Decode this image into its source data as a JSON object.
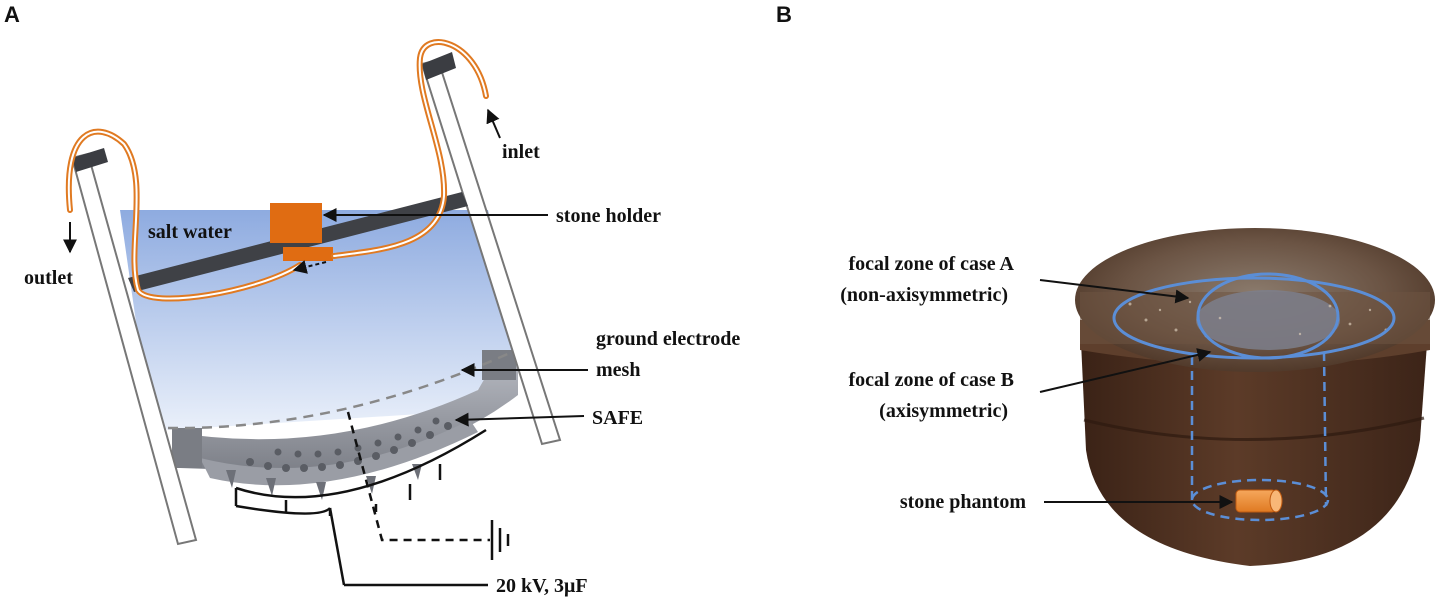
{
  "panels": {
    "a": "A",
    "b": "B"
  },
  "panel_a": {
    "water_label": "salt water",
    "stone_holder": "stone holder",
    "inlet": "inlet",
    "outlet": "outlet",
    "ground_electrode_line1": "ground electrode",
    "ground_electrode_line2": "mesh",
    "safe": "SAFE",
    "power": "20 kV, 3μF"
  },
  "panel_b": {
    "focal_a_line1": "focal zone of case A",
    "focal_a_line2": "(non-axisymmetric)",
    "focal_b_line1": "focal zone of case B",
    "focal_b_line2": "(axisymmetric)",
    "stone_phantom": "stone phantom"
  },
  "colors": {
    "water_top": "#8eabe0",
    "water_bottom": "#e6edf9",
    "orange": "#e06c12",
    "focal_blue": "#5b8ed6",
    "phantom_brown": "#4a2c1c"
  }
}
